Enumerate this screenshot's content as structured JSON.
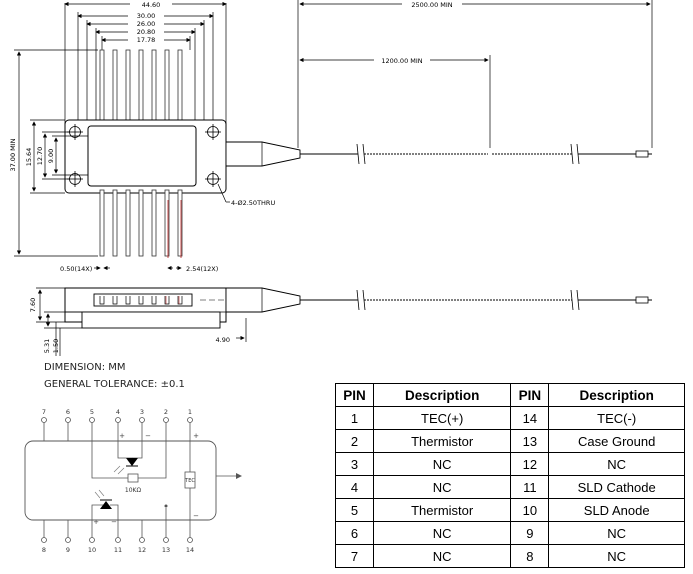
{
  "dimensions": {
    "overall_width": "44.60",
    "w30": "30.00",
    "w26": "26.00",
    "w20": "20.80",
    "w17": "17.78",
    "fiber_length": "2500.00 MIN",
    "fiber_mid": "1200.00 MIN",
    "height_total": "37.00 MIN",
    "h15": "15.64",
    "h12": "12.70",
    "h9": "9.00",
    "hole": "4-Ø2.50THRU",
    "pin_width": "0.50(14X)",
    "pin_pitch": "2.54(12X)",
    "side_h": "7.60",
    "side_a": "5.31",
    "side_b": "1.50",
    "side_offset": "4.90"
  },
  "notes": {
    "dimension": "DIMENSION: MM",
    "tolerance": "GENERAL TOLERANCE: ±0.1"
  },
  "schematic": {
    "top_pins": [
      "7",
      "6",
      "5",
      "4",
      "3",
      "2",
      "1"
    ],
    "bottom_pins": [
      "8",
      "9",
      "10",
      "11",
      "12",
      "13",
      "14"
    ],
    "thermistor": "10KΩ",
    "tec": "TEC",
    "plus": "+",
    "minus": "−"
  },
  "pin_table": {
    "headers": [
      "PIN",
      "Description",
      "PIN",
      "Description"
    ],
    "rows": [
      [
        "1",
        "TEC(+)",
        "14",
        "TEC(-)"
      ],
      [
        "2",
        "Thermistor",
        "13",
        "Case Ground"
      ],
      [
        "3",
        "NC",
        "12",
        "NC"
      ],
      [
        "4",
        "NC",
        "11",
        "SLD Cathode"
      ],
      [
        "5",
        "Thermistor",
        "10",
        "SLD Anode"
      ],
      [
        "6",
        "NC",
        "9",
        "NC"
      ],
      [
        "7",
        "NC",
        "8",
        "NC"
      ]
    ]
  }
}
